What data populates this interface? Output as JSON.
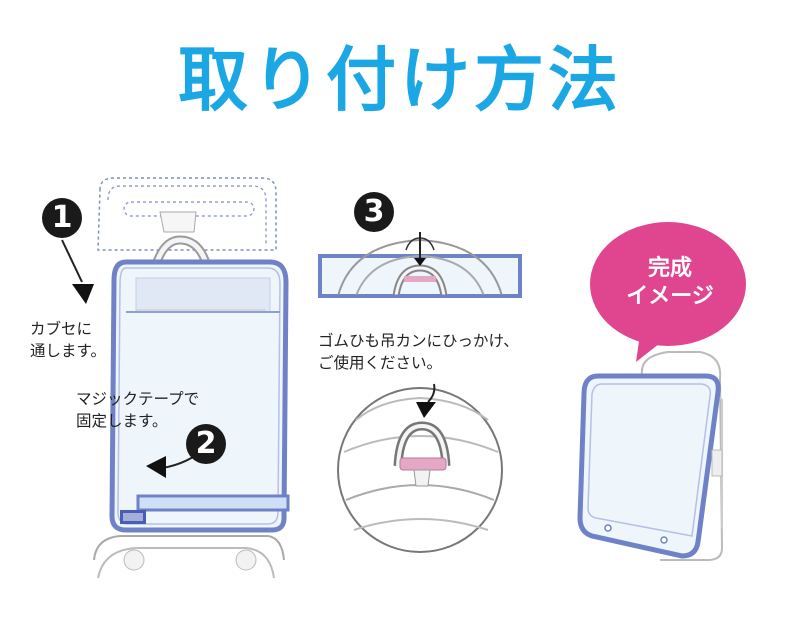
{
  "title": "取り付け方法",
  "steps": [
    {
      "number": "1",
      "text": "カブセに\n通します。"
    },
    {
      "number": "2",
      "text": "マジックテープで\n固定します。"
    },
    {
      "number": "3",
      "text": "ゴムひも吊カンにひっかけ、\nご使用ください。"
    }
  ],
  "bubble": {
    "text": "完成\nイメージ",
    "color": "#e0468f"
  },
  "colors": {
    "title": "#1aa7e3",
    "cover_edge": "#6f82c8",
    "cover_fill": "#eef5fb",
    "strap": "#e5a7c6"
  }
}
